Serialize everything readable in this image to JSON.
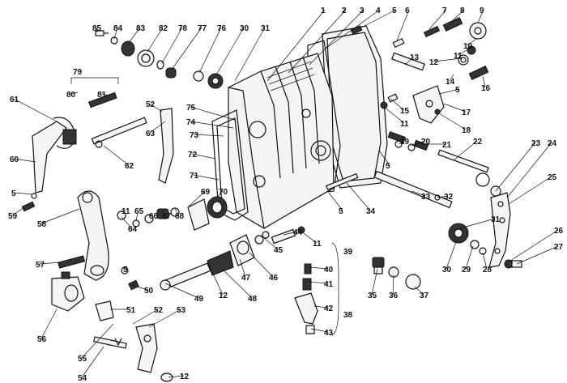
{
  "callouts": [
    {
      "id": "85",
      "label": "85"
    },
    {
      "id": "84",
      "label": "84"
    },
    {
      "id": "83",
      "label": "83"
    },
    {
      "id": "82",
      "label": "82"
    },
    {
      "id": "78",
      "label": "78"
    },
    {
      "id": "77",
      "label": "77"
    },
    {
      "id": "76",
      "label": "76"
    },
    {
      "id": "30a",
      "label": "30"
    },
    {
      "id": "31a",
      "label": "31"
    },
    {
      "id": "1",
      "label": "1"
    },
    {
      "id": "2",
      "label": "2"
    },
    {
      "id": "3",
      "label": "3"
    },
    {
      "id": "4",
      "label": "4"
    },
    {
      "id": "5a",
      "label": "5"
    },
    {
      "id": "6",
      "label": "6"
    },
    {
      "id": "7",
      "label": "7"
    },
    {
      "id": "8",
      "label": "8"
    },
    {
      "id": "9",
      "label": "9"
    },
    {
      "id": "10",
      "label": "10"
    },
    {
      "id": "11a",
      "label": "11"
    },
    {
      "id": "12a",
      "label": "12"
    },
    {
      "id": "13",
      "label": "13"
    },
    {
      "id": "14",
      "label": "14"
    },
    {
      "id": "5b",
      "label": "5"
    },
    {
      "id": "16",
      "label": "16"
    },
    {
      "id": "17",
      "label": "17"
    },
    {
      "id": "18",
      "label": "18"
    },
    {
      "id": "15",
      "label": "15"
    },
    {
      "id": "11b",
      "label": "11"
    },
    {
      "id": "79",
      "label": "79"
    },
    {
      "id": "80",
      "label": "80"
    },
    {
      "id": "81",
      "label": "81"
    },
    {
      "id": "61",
      "label": "61"
    },
    {
      "id": "52a",
      "label": "52"
    },
    {
      "id": "75",
      "label": "75"
    },
    {
      "id": "74",
      "label": "74"
    },
    {
      "id": "63",
      "label": "63"
    },
    {
      "id": "73",
      "label": "73"
    },
    {
      "id": "62",
      "label": "62"
    },
    {
      "id": "72",
      "label": "72"
    },
    {
      "id": "60",
      "label": "60"
    },
    {
      "id": "71",
      "label": "71"
    },
    {
      "id": "19",
      "label": "19"
    },
    {
      "id": "20",
      "label": "20"
    },
    {
      "id": "21",
      "label": "21"
    },
    {
      "id": "22",
      "label": "22"
    },
    {
      "id": "5c",
      "label": "5"
    },
    {
      "id": "23",
      "label": "23"
    },
    {
      "id": "24",
      "label": "24"
    },
    {
      "id": "25",
      "label": "25"
    },
    {
      "id": "5d",
      "label": "5"
    },
    {
      "id": "59",
      "label": "59"
    },
    {
      "id": "69",
      "label": "69"
    },
    {
      "id": "70",
      "label": "70"
    },
    {
      "id": "33",
      "label": "33"
    },
    {
      "id": "32",
      "label": "32"
    },
    {
      "id": "5e",
      "label": "5"
    },
    {
      "id": "34",
      "label": "34"
    },
    {
      "id": "58",
      "label": "58"
    },
    {
      "id": "11c",
      "label": "11"
    },
    {
      "id": "65",
      "label": "65"
    },
    {
      "id": "66",
      "label": "66"
    },
    {
      "id": "67",
      "label": "67"
    },
    {
      "id": "68",
      "label": "68"
    },
    {
      "id": "64",
      "label": "64"
    },
    {
      "id": "31b",
      "label": "31"
    },
    {
      "id": "44",
      "label": "44"
    },
    {
      "id": "11d",
      "label": "11"
    },
    {
      "id": "26",
      "label": "26"
    },
    {
      "id": "45",
      "label": "45"
    },
    {
      "id": "57",
      "label": "57"
    },
    {
      "id": "5f",
      "label": "5"
    },
    {
      "id": "46",
      "label": "46"
    },
    {
      "id": "47",
      "label": "47"
    },
    {
      "id": "30b",
      "label": "30"
    },
    {
      "id": "29",
      "label": "29"
    },
    {
      "id": "28",
      "label": "28"
    },
    {
      "id": "27",
      "label": "27"
    },
    {
      "id": "39",
      "label": "39"
    },
    {
      "id": "40",
      "label": "40"
    },
    {
      "id": "50",
      "label": "50"
    },
    {
      "id": "12b",
      "label": "12"
    },
    {
      "id": "48",
      "label": "48"
    },
    {
      "id": "49",
      "label": "49"
    },
    {
      "id": "41",
      "label": "41"
    },
    {
      "id": "35",
      "label": "35"
    },
    {
      "id": "36",
      "label": "36"
    },
    {
      "id": "37",
      "label": "37"
    },
    {
      "id": "42",
      "label": "42"
    },
    {
      "id": "38",
      "label": "38"
    },
    {
      "id": "51",
      "label": "51"
    },
    {
      "id": "52b",
      "label": "52"
    },
    {
      "id": "53",
      "label": "53"
    },
    {
      "id": "43",
      "label": "43"
    },
    {
      "id": "56",
      "label": "56"
    },
    {
      "id": "55",
      "label": "55"
    },
    {
      "id": "54",
      "label": "54"
    },
    {
      "id": "12c",
      "label": "12"
    }
  ]
}
